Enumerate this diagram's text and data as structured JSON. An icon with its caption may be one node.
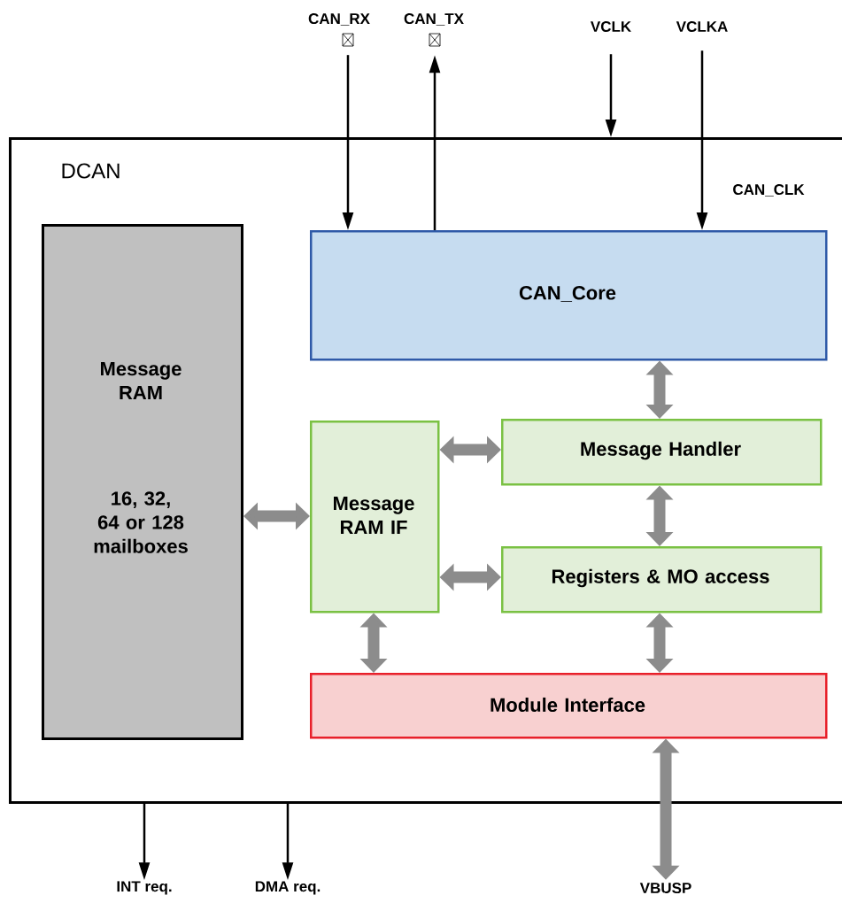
{
  "diagram": {
    "nodes": [
      {
        "text": [
          "DCAN"
        ]
      },
      {
        "text": [
          "Message RAM",
          "16, 32, 64 or 128 mailboxes"
        ],
        "in": 0
      },
      {
        "text": [
          "CAN_Core"
        ],
        "in": 0
      },
      {
        "text": [
          "Message RAM IF"
        ],
        "in": 0
      },
      {
        "text": [
          "Message Handler"
        ],
        "in": 0
      },
      {
        "text": [
          "Registers & MO access"
        ],
        "in": 0
      },
      {
        "text": [
          "Module Interface"
        ],
        "in": 0
      },
      {
        "text": [
          "CAN_RX"
        ]
      },
      {
        "text": [
          "CAN_TX"
        ]
      },
      {
        "text": [
          "VCLK"
        ]
      },
      {
        "text": [
          "VCLKA"
        ]
      },
      {
        "text": [
          "INT req."
        ]
      },
      {
        "text": [
          "DMA req."
        ]
      },
      {
        "text": [
          "VBUSP"
        ]
      }
    ],
    "edges": [
      {
        "from": 7,
        "to": 2,
        "arrow": "to",
        "color": "#000000"
      },
      {
        "from": 2,
        "to": 8,
        "arrow": "to",
        "color": "#000000"
      },
      {
        "from": 9,
        "to": 0,
        "arrow": "to",
        "color": "#000000"
      },
      {
        "from": 10,
        "to": 2,
        "arrow": "to",
        "label": "CAN_CLK",
        "color": "#000000"
      },
      {
        "from": 0,
        "to": 11,
        "arrow": "to",
        "color": "#000000"
      },
      {
        "from": 0,
        "to": 12,
        "arrow": "to",
        "color": "#000000"
      },
      {
        "from": 6,
        "to": 13,
        "arrow": "both"
      },
      {
        "from": 1,
        "to": 3,
        "arrow": "both"
      },
      {
        "from": 3,
        "to": 4,
        "arrow": "both"
      },
      {
        "from": 3,
        "to": 5,
        "arrow": "both"
      },
      {
        "from": 2,
        "to": 4,
        "arrow": "both"
      },
      {
        "from": 4,
        "to": 5,
        "arrow": "both"
      },
      {
        "from": 3,
        "to": 6,
        "arrow": "both"
      },
      {
        "from": 5,
        "to": 6,
        "arrow": "both"
      }
    ]
  }
}
